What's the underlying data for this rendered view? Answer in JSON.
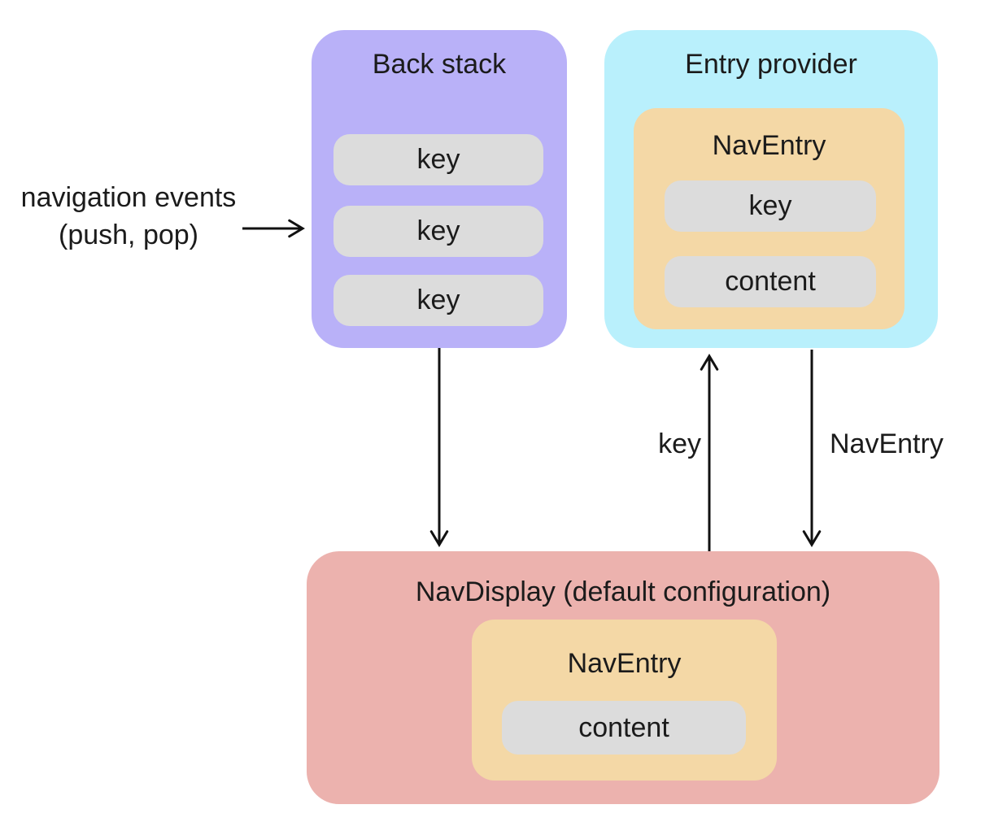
{
  "back_stack": {
    "title": "Back stack",
    "keys": [
      "key",
      "key",
      "key"
    ]
  },
  "entry_provider": {
    "title": "Entry provider",
    "nav_entry": {
      "title": "NavEntry",
      "key_label": "key",
      "content_label": "content"
    }
  },
  "nav_display": {
    "title": "NavDisplay (default configuration)",
    "nav_entry": {
      "title": "NavEntry",
      "content_label": "content"
    }
  },
  "labels": {
    "navigation_events_line1": "navigation events",
    "navigation_events_line2": "(push, pop)",
    "key_arrow_label": "key",
    "nav_entry_arrow_label": "NavEntry"
  },
  "colors": {
    "back_stack_bg": "#b9b1f8",
    "entry_provider_bg": "#b9f0fc",
    "nav_entry_bg": "#f4d8a6",
    "nav_display_bg": "#ecb2ae",
    "pill_bg": "#dcdcdc",
    "text": "#1b1b1b",
    "arrow": "#111111"
  }
}
